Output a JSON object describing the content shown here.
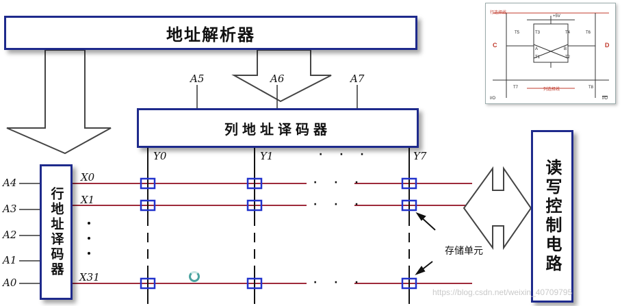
{
  "blocks": {
    "address_parser": "地址解析器",
    "column_decoder": "列地址译码器",
    "row_decoder": "行地址译码器",
    "rw_control": "读写控制电路"
  },
  "column_address_inputs": [
    "A5",
    "A6",
    "A7"
  ],
  "row_address_inputs": [
    "A4",
    "A3",
    "A2",
    "A1",
    "A0"
  ],
  "row_select_lines": [
    "X0",
    "X1",
    "X31"
  ],
  "column_select_lines": [
    "Y0",
    "Y1",
    "Y7"
  ],
  "ellipsis": "· · ·",
  "cell_label": "存储单元",
  "thumbnail": {
    "row_select": "行选择线",
    "col_select": "列选择线",
    "vcc": "+5V",
    "transistors": [
      "T1",
      "T2",
      "T3",
      "T4",
      "T5",
      "T6",
      "T7",
      "T8"
    ],
    "nodes": [
      "A",
      "B",
      "C",
      "D"
    ],
    "io": "I/O",
    "io_bar": "I/O"
  },
  "watermark": "https://blog.csdn.net/weixin_40709795",
  "colors": {
    "box_border": "#1e2a8c",
    "row_line": "#9e2a3a",
    "cell_square": "#2233cc"
  }
}
